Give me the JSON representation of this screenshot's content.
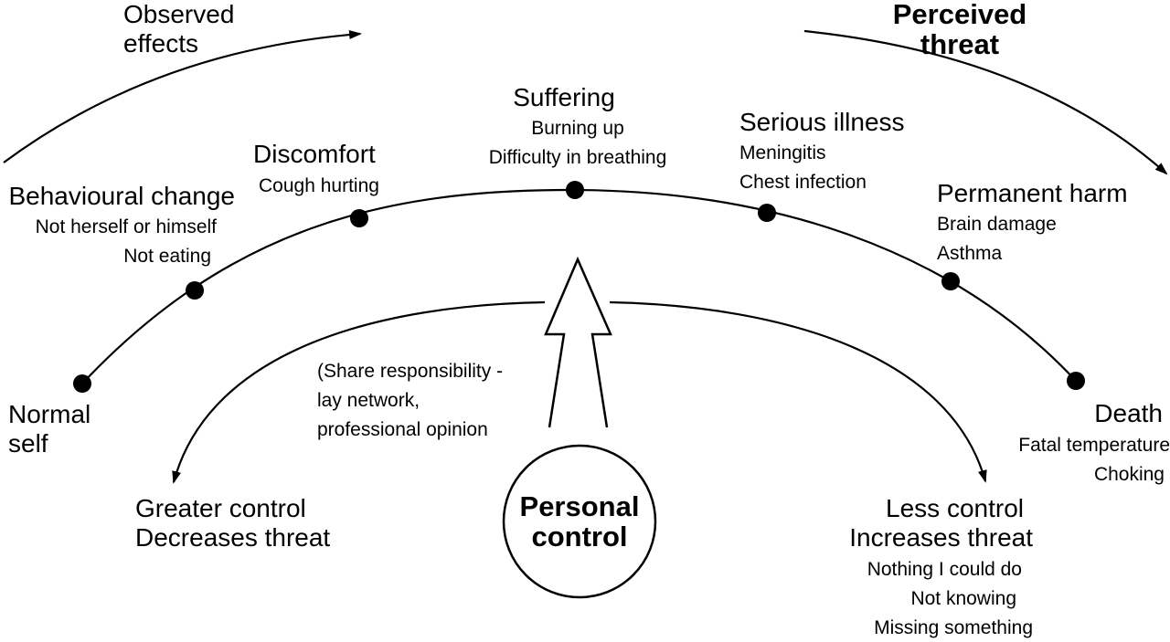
{
  "top_left_arrow": {
    "line1": "Observed",
    "line2": "effects"
  },
  "top_right_arrow": {
    "line1": "Perceived",
    "line2": "threat"
  },
  "stages": [
    {
      "title": "Normal",
      "title2": "self",
      "items": []
    },
    {
      "title": "Behavioural change",
      "items": [
        "Not herself or himself",
        "Not eating"
      ]
    },
    {
      "title": "Discomfort",
      "items": [
        "Cough hurting"
      ]
    },
    {
      "title": "Suffering",
      "items": [
        "Burning up",
        "Difficulty in breathing"
      ]
    },
    {
      "title": "Serious illness",
      "items": [
        "Meningitis",
        "Chest infection"
      ]
    },
    {
      "title": "Permanent harm",
      "items": [
        "Brain damage",
        "Asthma"
      ]
    },
    {
      "title": "Death",
      "items": [
        "Fatal temperature",
        "Choking"
      ]
    }
  ],
  "share_note": [
    "(Share responsibility -",
    "lay network,",
    "professional opinion"
  ],
  "personal_control": {
    "line1": "Personal",
    "line2": "control"
  },
  "greater_control": [
    "Greater control",
    "Decreases threat"
  ],
  "less_control": {
    "lines": [
      "Less control",
      "Increases threat"
    ],
    "items": [
      "Nothing I could do",
      "Not knowing",
      "Missing something"
    ]
  }
}
